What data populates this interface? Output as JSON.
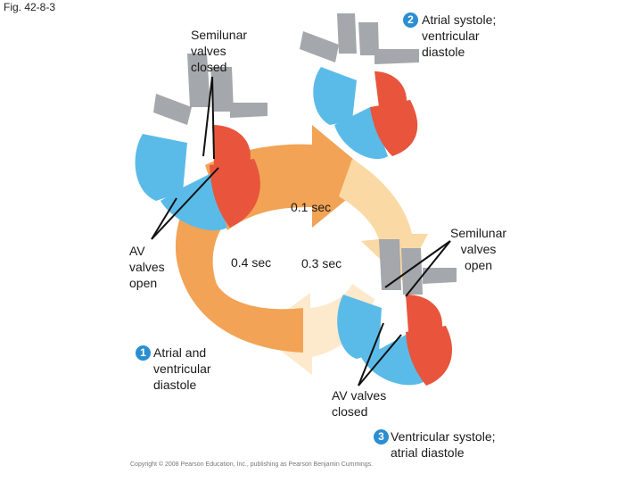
{
  "figure_label": "Fig. 42-8-3",
  "time_labels": {
    "t1": "0.1 sec",
    "t4": "0.4 sec",
    "t3": "0.3 sec"
  },
  "stages": [
    {
      "number": "1",
      "text": "Atrial and\nventricular\ndiastole"
    },
    {
      "number": "2",
      "text": "Atrial systole;\nventricular\ndiastole"
    },
    {
      "number": "3",
      "text": "Ventricular systole;\natrial diastole"
    }
  ],
  "callouts": {
    "semilunar_closed": "Semilunar\nvalves\nclosed",
    "av_open": "AV\nvalves\nopen",
    "semilunar_open": "Semilunar\nvalves\nopen",
    "av_closed": "AV valves\nclosed"
  },
  "copyright": "Copyright © 2008 Pearson Education, Inc., publishing as Pearson Benjamin Cummings.",
  "colors": {
    "oxygen_poor_blue": "#5bbbe8",
    "oxygen_rich_red": "#e8553c",
    "vessel_gray": "#a4a7ab",
    "cycle_orange": "#f2a355",
    "cycle_light": "#fbd9a4",
    "cycle_pale": "#fde9cc",
    "step_badge": "#2b8ed1"
  }
}
